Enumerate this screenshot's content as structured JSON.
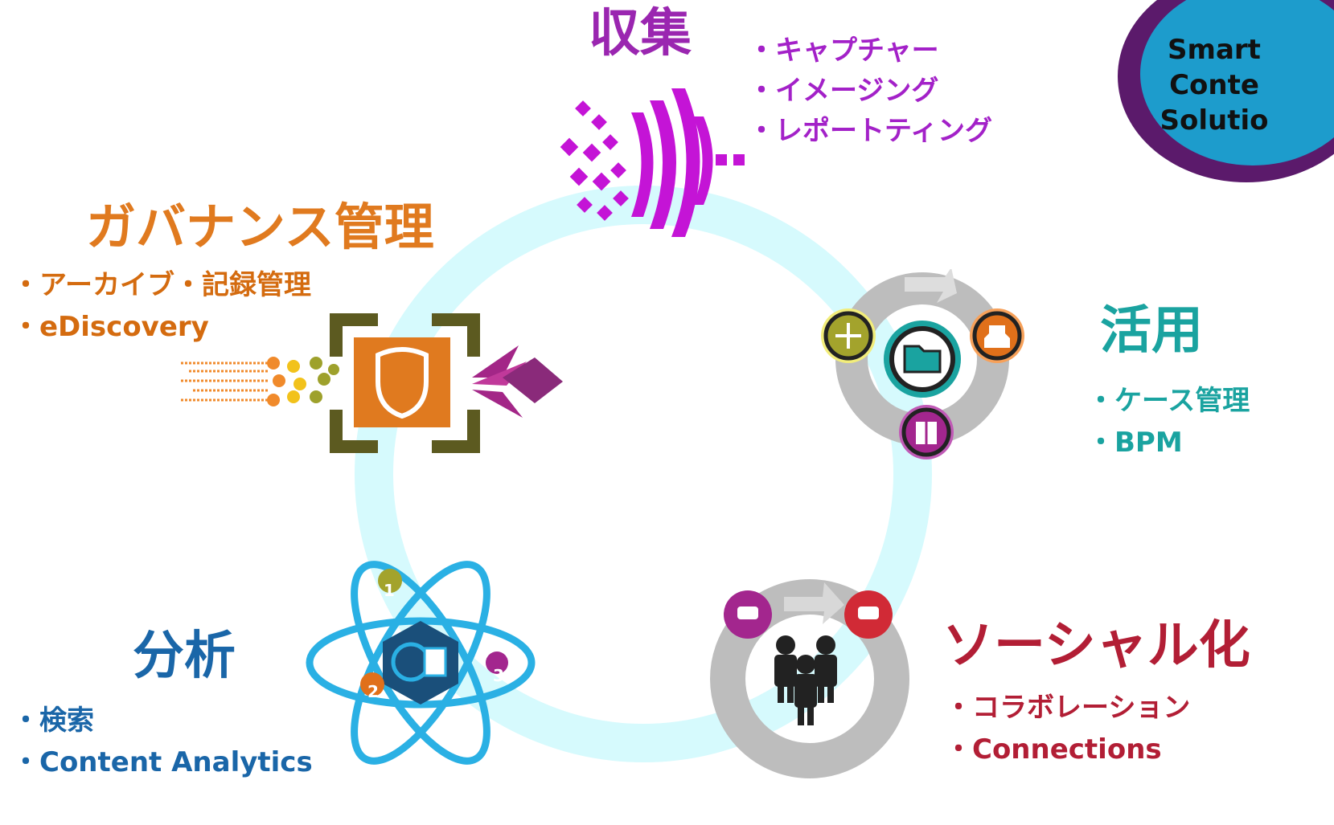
{
  "colors": {
    "collect": "#9a26b0",
    "collect_items": "#a321c8",
    "govern": "#e07a1f",
    "govern_items": "#d46b0f",
    "use": "#1aa3a0",
    "social": "#b21e35",
    "analyze": "#1a66a8",
    "ring": "#d6fafd",
    "gray_arrow": "#bdbdbd"
  },
  "badge": {
    "lines": [
      "Smart",
      "Conte",
      "Solutio"
    ]
  },
  "sections": {
    "collect": {
      "title": "収集",
      "items": [
        "・キャプチャー",
        "・イメージング",
        "・レポートティング"
      ],
      "icon": "dispersing-squares-icon"
    },
    "govern": {
      "title": "ガバナンス管理",
      "items": [
        "・アーカイブ・記録管理",
        "・eDiscovery"
      ],
      "icon": "shield-frame-icon"
    },
    "use": {
      "title": "活用",
      "items": [
        "・ケース管理",
        "・BPM"
      ],
      "icon": "folder-cycle-icon"
    },
    "social": {
      "title": "ソーシャル化",
      "items": [
        "・コラボレーション",
        "・Connections"
      ],
      "icon": "people-cycle-icon"
    },
    "analyze": {
      "title": "分析",
      "items": [
        "・検索",
        "・Content Analytics"
      ],
      "icon": "atom-icon",
      "orbit_labels": [
        "1",
        "2",
        "3"
      ]
    }
  }
}
